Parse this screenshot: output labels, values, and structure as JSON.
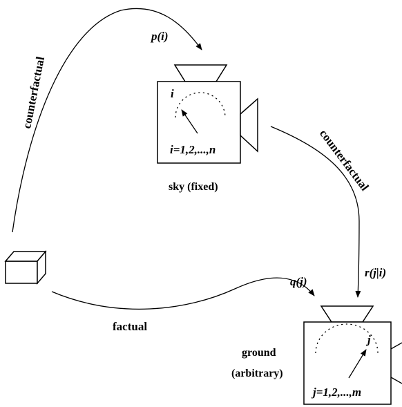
{
  "labels": {
    "counterfactual_left": "counterfactual",
    "p_i": "p(i)",
    "counterfactual_right": "counterfactual",
    "sky_fixed": "sky (fixed)",
    "r_j_given_i": "r(j|i)",
    "q_j": "q(j)",
    "factual": "factual",
    "ground": "ground",
    "arbitrary": "(arbitrary)"
  },
  "sky_camera": {
    "dial_symbol": "i",
    "range_text": "i=1,2,...,n"
  },
  "ground_camera": {
    "dial_symbol": "j",
    "range_text": "j=1,2,...,m"
  }
}
